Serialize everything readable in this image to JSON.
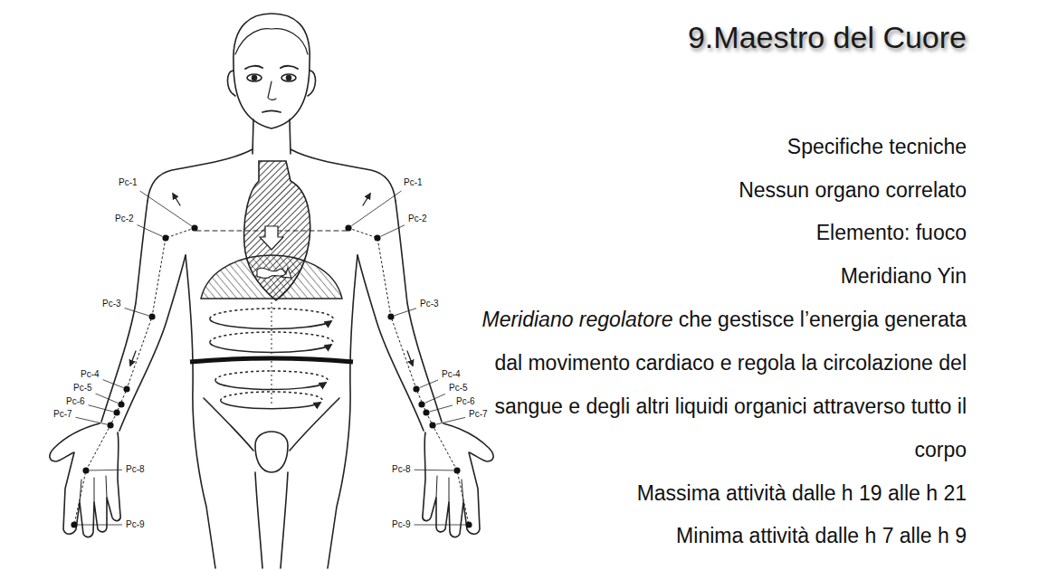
{
  "diagram": {
    "title": "9.Maestro del Cuore",
    "labels": [
      "Specifiche tecniche",
      "Nessun organo correlato",
      "Elemento: fuoco",
      "Meridiano Yin",
      "Meridiano regolatore",
      "che gestisce l’energia generata dal movimento cardiaco e regola la circolazione del sangue e degli altri liquidi organici attraverso tutto il corpo",
      "Massima attività dalle h 19 alle h 21",
      "Minima attività dalle h 7 alle h 9",
      "Pc-1",
      "Pc-2",
      "Pc-3",
      "Pc-4",
      "Pc-5",
      "Pc-6",
      "Pc-7",
      "Pc-8",
      "Pc-9",
      "Pc-1",
      "Pc-2",
      "Pc-3",
      "Pc-4",
      "Pc-5",
      "Pc-6",
      "Pc-7",
      "Pc-8",
      "Pc-9"
    ]
  }
}
